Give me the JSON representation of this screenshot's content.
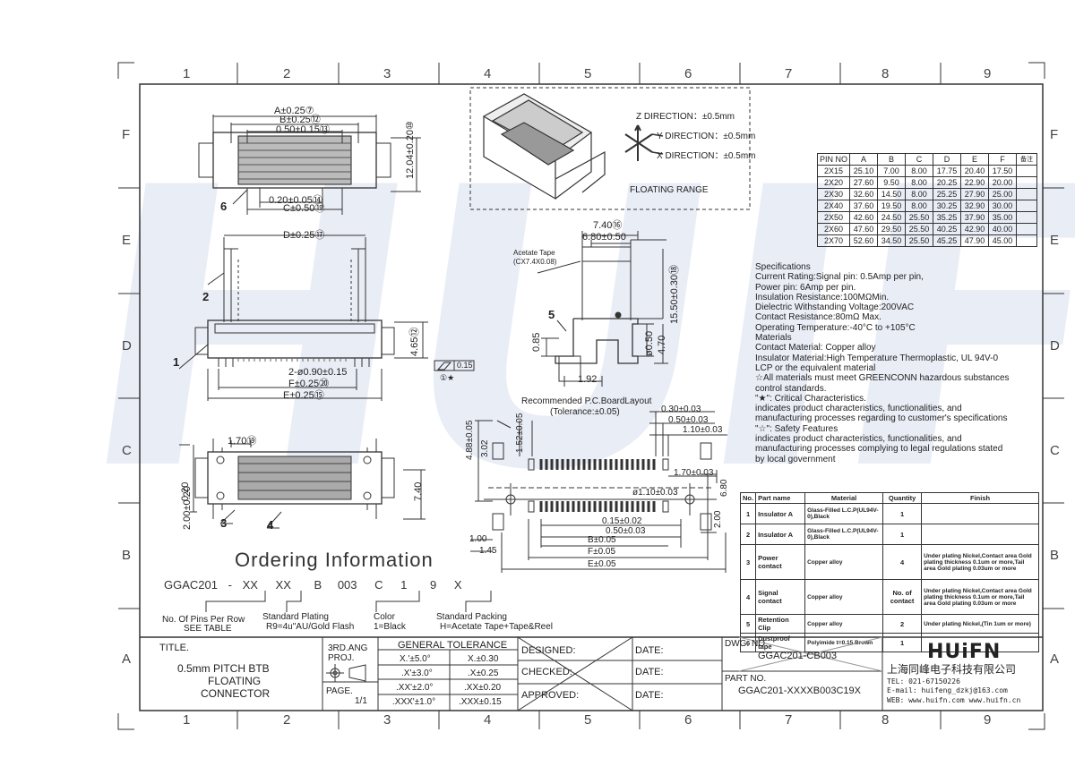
{
  "zones": {
    "columns": [
      "1",
      "2",
      "3",
      "4",
      "5",
      "6",
      "7",
      "8",
      "9"
    ],
    "rows": [
      "F",
      "E",
      "D",
      "C",
      "B",
      "A"
    ]
  },
  "watermark": "HUIFO",
  "top_view": {
    "dims": [
      "A±0.25⑦",
      "B±0.25⑫",
      "0.50±0.15⑬",
      "12.04±0.20⑩",
      "0.20±0.05⑭",
      "C±0.50⑲"
    ],
    "callout": "6"
  },
  "floating": {
    "z": "Z DIRECTION：±0.5mm",
    "y": "Y DIRECTION：±0.5mm",
    "x": "X DIRECTION：±0.5mm",
    "label": "FLOATING RANGE"
  },
  "dim_table": {
    "headers": [
      "PIN NO",
      "A",
      "B",
      "C",
      "D",
      "E",
      "F",
      "备注"
    ],
    "rows": [
      [
        "2X15",
        "25.10",
        "7.00",
        "8.00",
        "17.75",
        "20.40",
        "17.50",
        ""
      ],
      [
        "2X20",
        "27.60",
        "9.50",
        "8.00",
        "20.25",
        "22.90",
        "20.00",
        ""
      ],
      [
        "2X30",
        "32.60",
        "14.50",
        "8.00",
        "25.25",
        "27.90",
        "25.00",
        ""
      ],
      [
        "2X40",
        "37.60",
        "19.50",
        "8.00",
        "30.25",
        "32.90",
        "30.00",
        ""
      ],
      [
        "2X50",
        "42.60",
        "24.50",
        "25.50",
        "35.25",
        "37.90",
        "35.00",
        ""
      ],
      [
        "2X60",
        "47.60",
        "29.50",
        "25.50",
        "40.25",
        "42.90",
        "40.00",
        ""
      ],
      [
        "2X70",
        "52.60",
        "34.50",
        "25.50",
        "45.25",
        "47.90",
        "45.00",
        ""
      ]
    ]
  },
  "front_view": {
    "dims": [
      "D±0.25⑰",
      "4.65⑫",
      "2-ø0.90±0.15",
      "F±0.25⑳",
      "E±0.25⑮",
      "0.15"
    ],
    "callouts": [
      "2",
      "1"
    ],
    "star": "①★"
  },
  "side_view": {
    "dims": [
      "7.40⑯",
      "6.80±0.50",
      "15.50±0.30⑱",
      "0.85",
      "ø0.50",
      "4.70",
      "1.92"
    ],
    "tape": "Acetate Tape",
    "tape_size": "(CX7.4X0.08)",
    "callout": "5"
  },
  "specs": [
    "Specifications",
    "Current Rating:Signal pin: 0.5Amp per pin,",
    "Power pin:  6Amp per pin.",
    "Insulation Resistance:100MΩMin.",
    "Dielectric Withstanding Voltage:200VAC",
    "Contact Resistance:80mΩ Max.",
    "Operating Temperature:-40°C to +105°C",
    "Materials",
    "Contact Material: Copper alloy",
    "Insulator Material:High Temperature Thermoplastic, UL 94V-0",
    "LCP or the equivalent material",
    "☆All materials must meet GREENCONN hazardous substances",
    "control standards.",
    "\"★\": Critical Characteristics.",
    "indicates product characteristics, functionalities, and",
    "manufacturing processes regarding to customer's specifications",
    "\"☆\": Safety Features",
    "indicates product characteristics, functionalities, and",
    "manufacturing processes complying to     legal regulations stated",
    "by local government"
  ],
  "bottom_view": {
    "dims": [
      "1.70⑲",
      "0.20",
      "2.00±0.20",
      "7.40"
    ],
    "callouts": [
      "3",
      "4"
    ]
  },
  "pcb": {
    "title": "Recommended P.C.BoardLayout",
    "tolerance": "(Tolerance:±0.05)",
    "dims": [
      "4.88±0.05",
      "3.02",
      "1.52±0.05",
      "0.30±0.03",
      "0.50±0.03",
      "1.10±0.03",
      "1.70±0.03",
      "6.80",
      "ø1.10±0.03",
      "0.15±0.02",
      "0.50±0.03",
      "2.00",
      "1.00",
      "1.45",
      "B±0.05",
      "F±0.05",
      "E±0.05"
    ]
  },
  "parts": {
    "headers": [
      "No.",
      "Part name",
      "Material",
      "Quantity",
      "Finish"
    ],
    "rows": [
      [
        "1",
        "Insulator A",
        "Glass-Filled L.C.P(UL94V-0),Black",
        "1",
        ""
      ],
      [
        "2",
        "Insulator A",
        "Glass-Filled L.C.P(UL94V-0),Black",
        "1",
        ""
      ],
      [
        "3",
        "Power contact",
        "Copper alloy",
        "4",
        "Under plating Nickel,Contact area Gold plating thickness 0.1um or more,Tail area Gold plating 0.03um or more"
      ],
      [
        "4",
        "Signal contact",
        "Copper alloy",
        "No. of contact",
        "Under plating Nickel,Contact area Gold plating thickness 0.1um or more,Tail area Gold plating 0.03um or more"
      ],
      [
        "5",
        "Retention Clip",
        "Copper alloy",
        "2",
        "Under plating Nickel,(Tin 1um or more)"
      ],
      [
        "6",
        "Dustproof tape",
        "Polyimide t=0.15 Brown",
        "1",
        ""
      ]
    ]
  },
  "ordering": {
    "title": "Ordering Information",
    "code": [
      "GGAC201",
      "-",
      "XX",
      "XX",
      "B",
      "003",
      "C",
      "1",
      "9",
      "X"
    ],
    "notes": {
      "pins": "No. Of Pins Per Row",
      "pins_sub": "SEE TABLE",
      "plating": "Standard Plating",
      "plating_sub": "R9=4u\"AU/Gold Flash",
      "color": "Color",
      "color_sub": "1=Black",
      "packing": "Standard Packing",
      "packing_sub": "H=Acetate Tape+Tape&Reel"
    }
  },
  "title_block": {
    "title_label": "TITLE.",
    "title": [
      "0.5mm  PITCH  BTB",
      "FLOATING",
      "CONNECTOR"
    ],
    "proj": [
      "3RD.ANG",
      "PROJ."
    ],
    "page_label": "PAGE.",
    "page": "1/1",
    "tolerance_label": "GENERAL  TOLERANCE",
    "tolerances": [
      [
        "X.'±5.0°",
        "X.±0.30"
      ],
      [
        ".X'±3.0°",
        ".X±0.25"
      ],
      [
        ".XX'±2.0°",
        ".XX±0.20"
      ],
      [
        ".XXX'±1.0°",
        ".XXX±0.15"
      ]
    ],
    "designed": "DESIGNED:",
    "checked": "CHECKED:",
    "approved": "APPROVED:",
    "date": "DATE:",
    "dwg_label": "DWG. NO.",
    "dwg": "GGAC201-CB003",
    "part_label": "PART NO.",
    "part": "GGAC201-XXXXB003C19X",
    "company_logo": "HUiFN",
    "company": "上海同峰电子科技有限公司",
    "tel": "TEL: 021-67150226",
    "email": "E-mail: huifeng_dzkj@163.com",
    "web": "WEB: www.huifn.com   www.huifn.cn"
  }
}
